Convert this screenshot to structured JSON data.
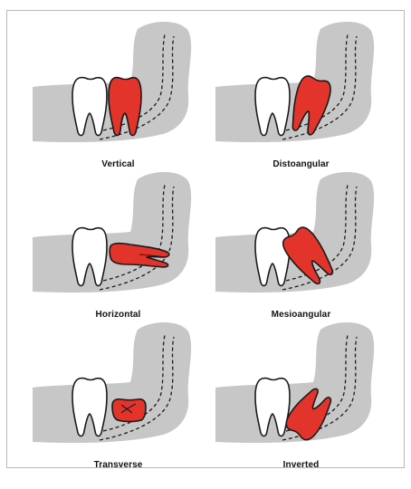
{
  "colors": {
    "bone": "#c7c7c7",
    "impacted_tooth": "#e3342b",
    "adjacent_molar": "#ffffff",
    "outline": "#1a1a1a"
  },
  "panels": [
    {
      "label": "Vertical"
    },
    {
      "label": "Distoangular"
    },
    {
      "label": "Horizontal"
    },
    {
      "label": "Mesioangular"
    },
    {
      "label": "Transverse"
    },
    {
      "label": "Inverted"
    }
  ]
}
